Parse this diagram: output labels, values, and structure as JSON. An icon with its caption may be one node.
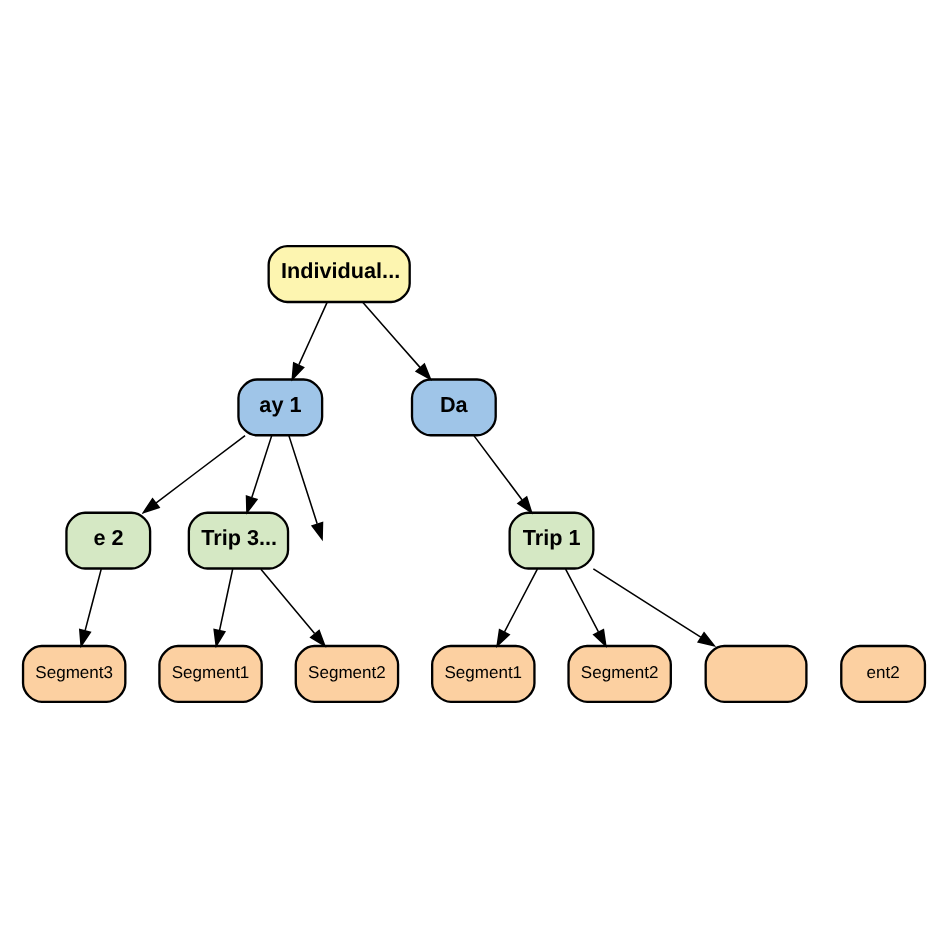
{
  "diagram": {
    "nodes": [
      {
        "text": [
          "Individual..."
        ]
      },
      {
        "text": [
          "ay 1"
        ]
      },
      {
        "text": [
          "Da"
        ]
      },
      {
        "text": [
          "e 2"
        ]
      },
      {
        "text": [
          "Trip 3..."
        ]
      },
      {
        "text": [
          "Trip 1"
        ]
      },
      {
        "text": [
          "ent2"
        ]
      },
      {
        "text": [
          "Segment3"
        ]
      },
      {
        "text": [
          "Segment1"
        ]
      },
      {
        "text": [
          "Segment2"
        ]
      },
      {
        "text": [
          "Segment1"
        ]
      },
      {
        "text": [
          "Segment2"
        ]
      },
      {
        "text": [],
        "shape": "box"
      }
    ],
    "edges": [
      {
        "from": 0,
        "to": 1,
        "arrow": "to"
      },
      {
        "from": 0,
        "to": 2,
        "arrow": "to"
      },
      {
        "from": 1,
        "to": 3,
        "arrow": "to"
      },
      {
        "from": 1,
        "to": null,
        "arrow": "to"
      },
      {
        "from": 1,
        "to": 4,
        "arrow": "to"
      },
      {
        "from": 2,
        "to": 5,
        "arrow": "to"
      },
      {
        "from": 3,
        "to": 7,
        "arrow": "to"
      },
      {
        "from": 4,
        "to": 8,
        "arrow": "to"
      },
      {
        "from": 4,
        "to": 9,
        "arrow": "to"
      },
      {
        "from": 5,
        "to": 10,
        "arrow": "to"
      },
      {
        "from": 5,
        "to": 11,
        "arrow": "to"
      },
      {
        "from": 5,
        "to": 12,
        "arrow": "to"
      }
    ]
  }
}
